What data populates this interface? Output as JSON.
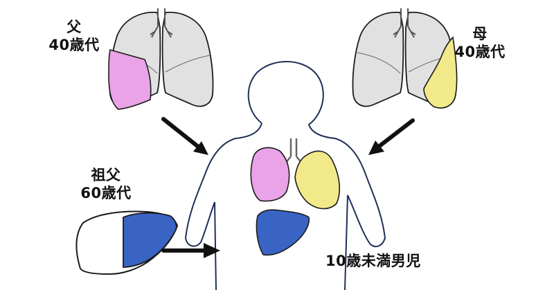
{
  "labels": {
    "father_relation": "父",
    "father_age": "40歳代",
    "mother_relation": "母",
    "mother_age": "40歳代",
    "grandfather_relation": "祖父",
    "grandfather_age": "60歳代",
    "child": "10歳未満男児"
  },
  "colors": {
    "father_lesion": "#e9a3e6",
    "mother_lesion": "#f2e98a",
    "liver_lesion": "#3a64c4",
    "lung_base": "#e1e1e1",
    "outline": "#1f2f57"
  }
}
